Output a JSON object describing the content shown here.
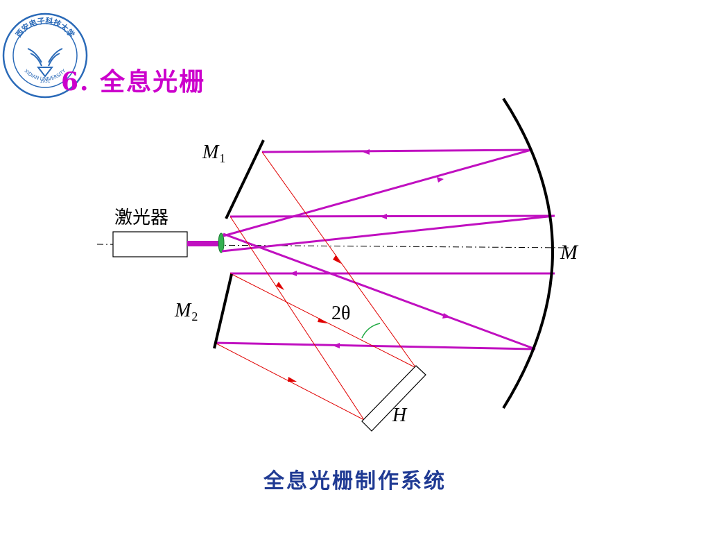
{
  "slide": {
    "title": "6. 全息光栅",
    "caption": "全息光栅制作系统"
  },
  "logo": {
    "chinese_name": "西安电子科技大学",
    "english_name": "XIDIAN UNIVERSITY",
    "year": "1931",
    "color": "#2a6ab8"
  },
  "diagram": {
    "labels": {
      "mirror_m1": "M",
      "mirror_m1_sub": "1",
      "mirror_m2": "M",
      "mirror_m2_sub": "2",
      "concave_mirror": "M",
      "grating": "H",
      "laser": "激光器",
      "angle": "2θ"
    },
    "colors": {
      "beam": "#c010c0",
      "reflected_ray": "#e00000",
      "mirror": "#000000",
      "lens": "#33b050",
      "angle_arc": "#22aa44"
    }
  }
}
